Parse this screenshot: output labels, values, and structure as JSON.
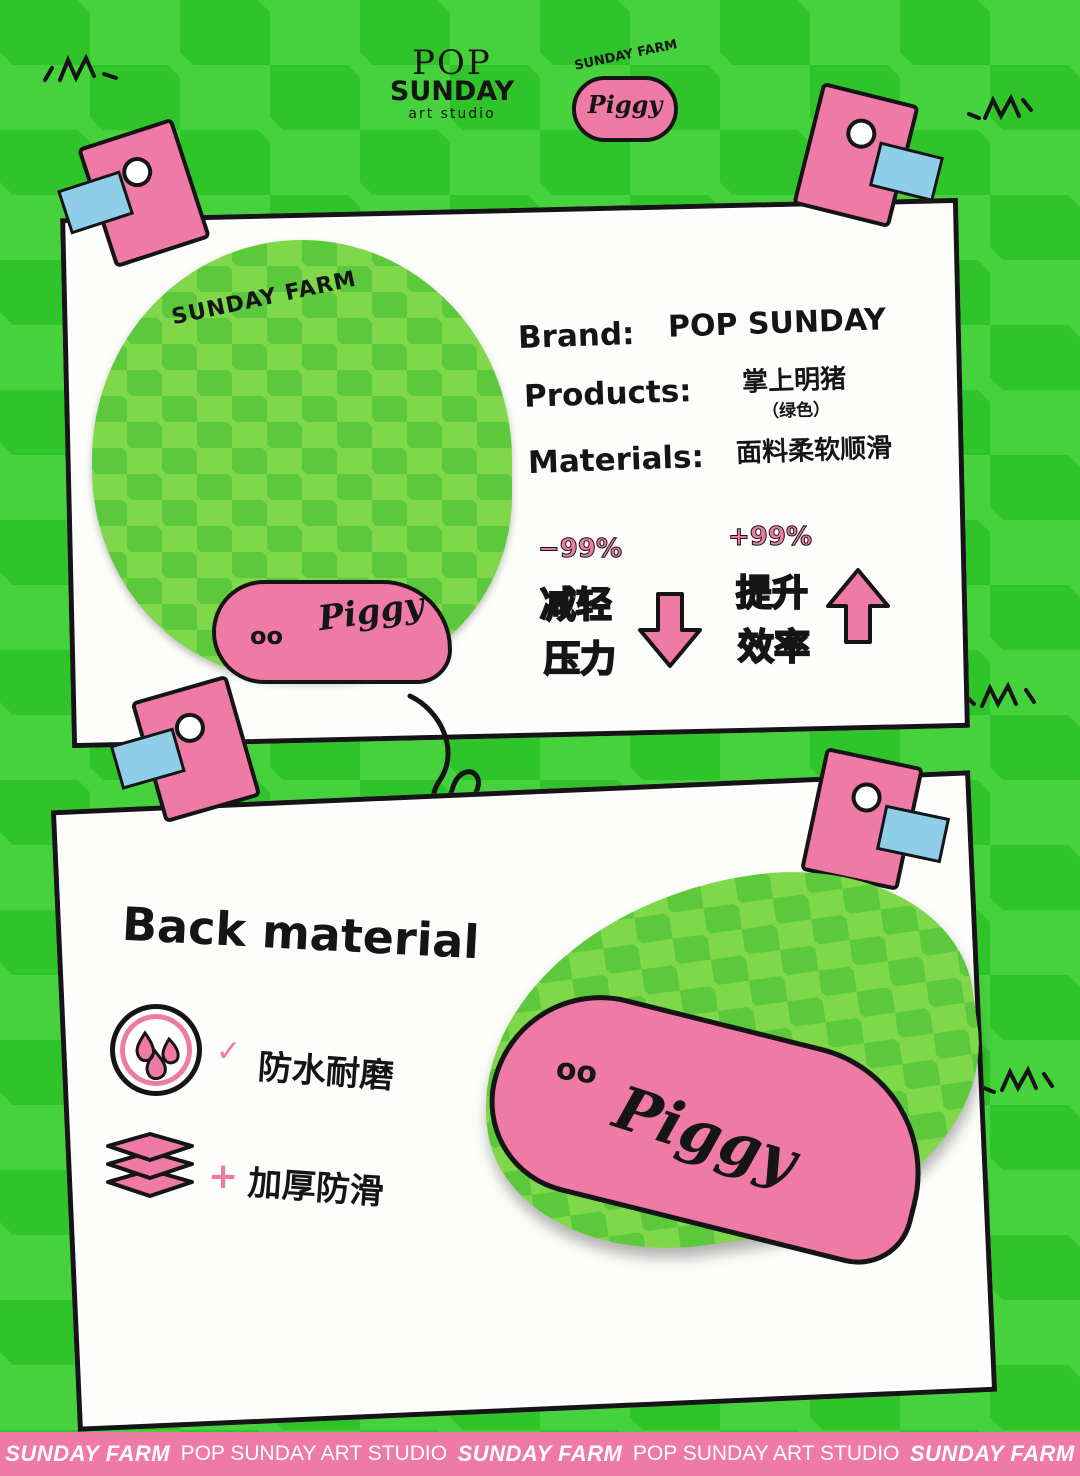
{
  "header": {
    "logo_line1": "POP",
    "logo_line2": "SUNDAY",
    "logo_line3": "art studio",
    "badge_top": "SUNDAY FARM",
    "badge_main": "Piggy"
  },
  "card1": {
    "pad_title": "SUNDAY FARM",
    "pad_pig_text": "Piggy",
    "brand_label": "Brand:",
    "brand_value": "POP SUNDAY",
    "products_label": "Products:",
    "products_value": "掌上明猪",
    "products_sub": "（绿色）",
    "materials_label": "Materials:",
    "materials_value": "面料柔软顺滑",
    "stat_left_pct": "−99%",
    "stat_left_line1": "减轻",
    "stat_left_line2": "压力",
    "stat_right_pct": "+99%",
    "stat_right_line1": "提升",
    "stat_right_line2": "效率"
  },
  "card2": {
    "title": "Back material",
    "feature1_mark": "✓",
    "feature1_text": "防水耐磨",
    "feature2_mark": "+",
    "feature2_text": "加厚防滑",
    "pad_pig_text": "Piggy"
  },
  "footer": {
    "items": [
      "SUNDAY FARM",
      "POP SUNDAY ART STUDIO",
      "SUNDAY FARM",
      "POP SUNDAY ART STUDIO",
      "SUNDAY FARM"
    ]
  },
  "colors": {
    "pink": "#f07aa6",
    "green": "#2fc42a",
    "ink": "#151515"
  }
}
